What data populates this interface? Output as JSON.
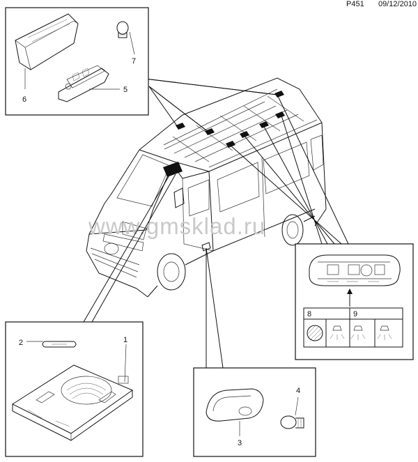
{
  "header": {
    "code": "P451",
    "date": "09/12/2010"
  },
  "watermark": "www.gmsklad.ru",
  "callouts": {
    "n1": "1",
    "n2": "2",
    "n3": "3",
    "n4": "4",
    "n5": "5",
    "n6": "6",
    "n7": "7",
    "n8": "8",
    "n9": "9"
  },
  "legend_icons": [
    "circle-hatched-icon",
    "lamp-icon",
    "lamp-icon",
    "lamp-icon"
  ],
  "colors": {
    "line": "#111111",
    "watermark": "#c9c9c9",
    "background": "#ffffff"
  }
}
